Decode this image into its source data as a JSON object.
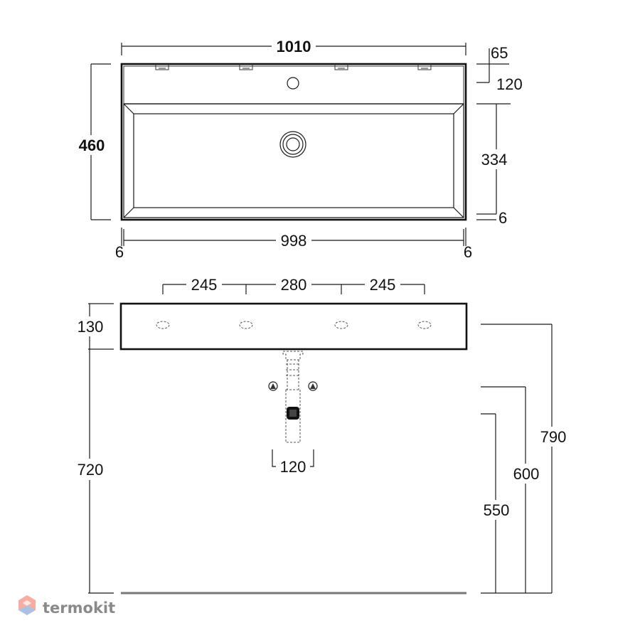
{
  "top_view": {
    "overall_width": "1010",
    "overall_depth": "460",
    "back_offset": "65",
    "deck_depth": "120",
    "bowl_depth": "334",
    "front_rim": "6",
    "inner_width": "998",
    "left_rim": "6",
    "right_rim": "6"
  },
  "front_view": {
    "hole_spacing_left": "245",
    "hole_spacing_mid": "280",
    "hole_spacing_right": "245",
    "basin_height": "130",
    "drain_width": "120",
    "floor_to_basin": "720",
    "height_top": "790",
    "height_mid": "600",
    "height_low": "550"
  },
  "watermark": {
    "text": "termokit",
    "color": "#8a8a8a",
    "logo_colors": [
      "#f26b5a",
      "#6a8fc9"
    ]
  }
}
